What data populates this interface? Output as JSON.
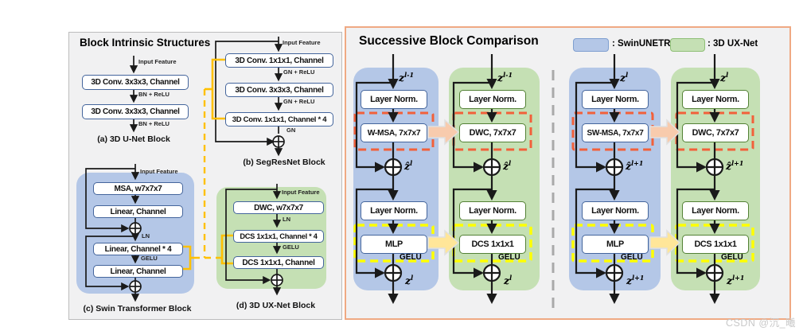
{
  "left_panel": {
    "title": "Block Intrinsic Structures",
    "blocks": {
      "unet": {
        "caption": "(a) 3D U-Net Block",
        "input_label": "Input Feature",
        "box1": "3D Conv. 3x3x3, Channel",
        "box2": "3D Conv. 3x3x3, Channel",
        "edge1": "BN + ReLU",
        "edge2": "BN + ReLU"
      },
      "segresnet": {
        "caption": "(b) SegResNet Block",
        "input_label": "Input Feature",
        "box1": "3D Conv. 1x1x1, Channel",
        "box2": "3D Conv. 3x3x3, Channel",
        "box3": "3D Conv. 1x1x1, Channel * 4",
        "edge1": "GN + ReLU",
        "edge2": "GN + ReLU",
        "edge3": "GN"
      },
      "swin": {
        "caption": "(c) Swin Transformer Block",
        "input_label": "Input Feature",
        "box1": "MSA, w7x7x7",
        "box2": "Linear, Channel",
        "box3": "Linear, Channel * 4",
        "box4": "Linear, Channel",
        "edge_ln": "LN",
        "edge_gelu": "GELU"
      },
      "uxnet": {
        "caption": "(d) 3D UX-Net Block",
        "input_label": "Input Feature",
        "box1": "DWC, w7x7x7",
        "box2": "DCS 1x1x1, Channel * 4",
        "box3": "DCS 1x1x1, Channel",
        "edge_ln": "LN",
        "edge_gelu": "GELU"
      }
    }
  },
  "right_panel": {
    "title": "Successive Block Comparison",
    "legend": {
      "swinunetr": ": SwinUNETR",
      "uxnet": ": 3D UX-Net"
    },
    "columns": [
      {
        "variant": "swinunetr",
        "input": {
          "base": "z",
          "sup": "l-1"
        },
        "norm1": "Layer Norm.",
        "core": "W-MSA, 7x7x7",
        "mid": {
          "base": "ẑ",
          "sup": "l"
        },
        "norm2": "Layer Norm.",
        "mlp": "MLP",
        "gelu": "GELU",
        "output": {
          "base": "z",
          "sup": "l"
        }
      },
      {
        "variant": "uxnet",
        "input": {
          "base": "z",
          "sup": "l-1"
        },
        "norm1": "Layer Norm.",
        "core": "DWC, 7x7x7",
        "mid": {
          "base": "ẑ",
          "sup": "l"
        },
        "norm2": "Layer Norm.",
        "mlp": "DCS 1x1x1",
        "gelu": "GELU",
        "output": {
          "base": "z",
          "sup": "l"
        }
      },
      {
        "variant": "swinunetr",
        "input": {
          "base": "z",
          "sup": "l"
        },
        "norm1": "Layer Norm.",
        "core": "SW-MSA, 7x7x7",
        "mid": {
          "base": "ẑ",
          "sup": "l+1"
        },
        "norm2": "Layer Norm.",
        "mlp": "MLP",
        "gelu": "GELU",
        "output": {
          "base": "z",
          "sup": "l+1"
        }
      },
      {
        "variant": "uxnet",
        "input": {
          "base": "z",
          "sup": "l"
        },
        "norm1": "Layer Norm.",
        "core": "DWC, 7x7x7",
        "mid": {
          "base": "ẑ",
          "sup": "l+1"
        },
        "norm2": "Layer Norm.",
        "mlp": "DCS 1x1x1",
        "gelu": "GELU",
        "output": {
          "base": "z",
          "sup": "l+1"
        }
      }
    ]
  },
  "colors": {
    "swinunetr_fill": "#b4c7e7",
    "uxnet_fill": "#c5e0b4",
    "attention_highlight": "#f2603a",
    "mlp_highlight": "#ffff00",
    "bracket_gold": "#ffc000",
    "attention_arrow_fill": "#f8cbad",
    "mlp_arrow_fill": "#ffe699",
    "panel_border_orange": "#efa983"
  },
  "watermark": "CSDN @沉_曦"
}
